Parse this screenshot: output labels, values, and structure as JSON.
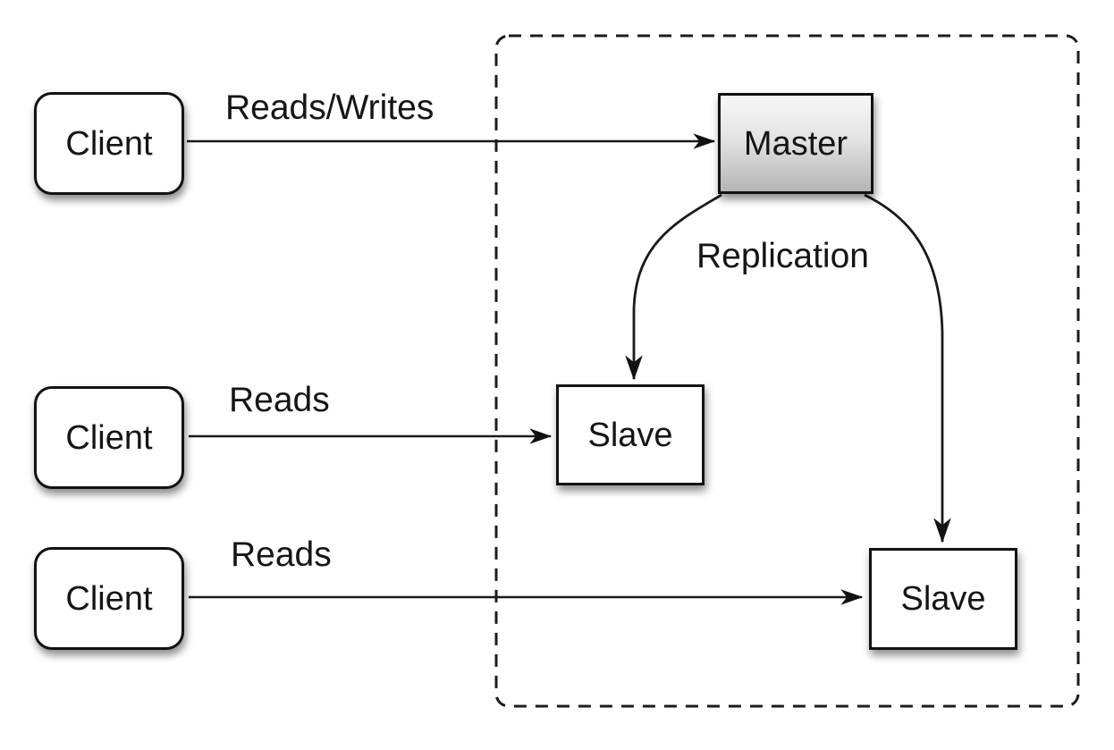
{
  "nodes": {
    "client1": {
      "label": "Client"
    },
    "client2": {
      "label": "Client"
    },
    "client3": {
      "label": "Client"
    },
    "master": {
      "label": "Master"
    },
    "slave1": {
      "label": "Slave"
    },
    "slave2": {
      "label": "Slave"
    }
  },
  "edges": {
    "client1_master": {
      "label": "Reads/Writes"
    },
    "client2_slave1": {
      "label": "Reads"
    },
    "client3_slave2": {
      "label": "Reads"
    },
    "master_slaves": {
      "label": "Replication"
    }
  },
  "colors": {
    "stroke": "#1a1a1a",
    "canvas_bg": "#ffffff",
    "node_fill": "#ffffff",
    "master_fill_top": "#f7f7f7",
    "master_fill_bottom": "#b5b5b5",
    "boundary_dash": "#1c1c1c"
  }
}
